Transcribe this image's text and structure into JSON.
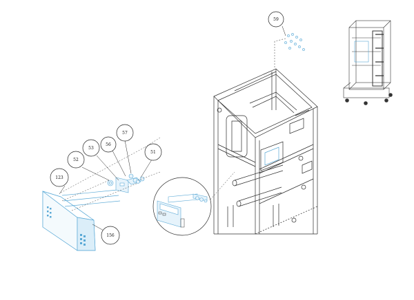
{
  "diagram": {
    "callouts": [
      {
        "id": "c59",
        "label": "59"
      },
      {
        "id": "c57",
        "label": "57"
      },
      {
        "id": "c56",
        "label": "56"
      },
      {
        "id": "c53",
        "label": "53"
      },
      {
        "id": "c52",
        "label": "52"
      },
      {
        "id": "c51",
        "label": "51"
      },
      {
        "id": "c123",
        "label": "123"
      },
      {
        "id": "c156",
        "label": "156"
      }
    ],
    "colors": {
      "line": "#2b2b2b",
      "part_highlight": "#5aa9d6",
      "part_fill": "#e6f3fb"
    }
  }
}
